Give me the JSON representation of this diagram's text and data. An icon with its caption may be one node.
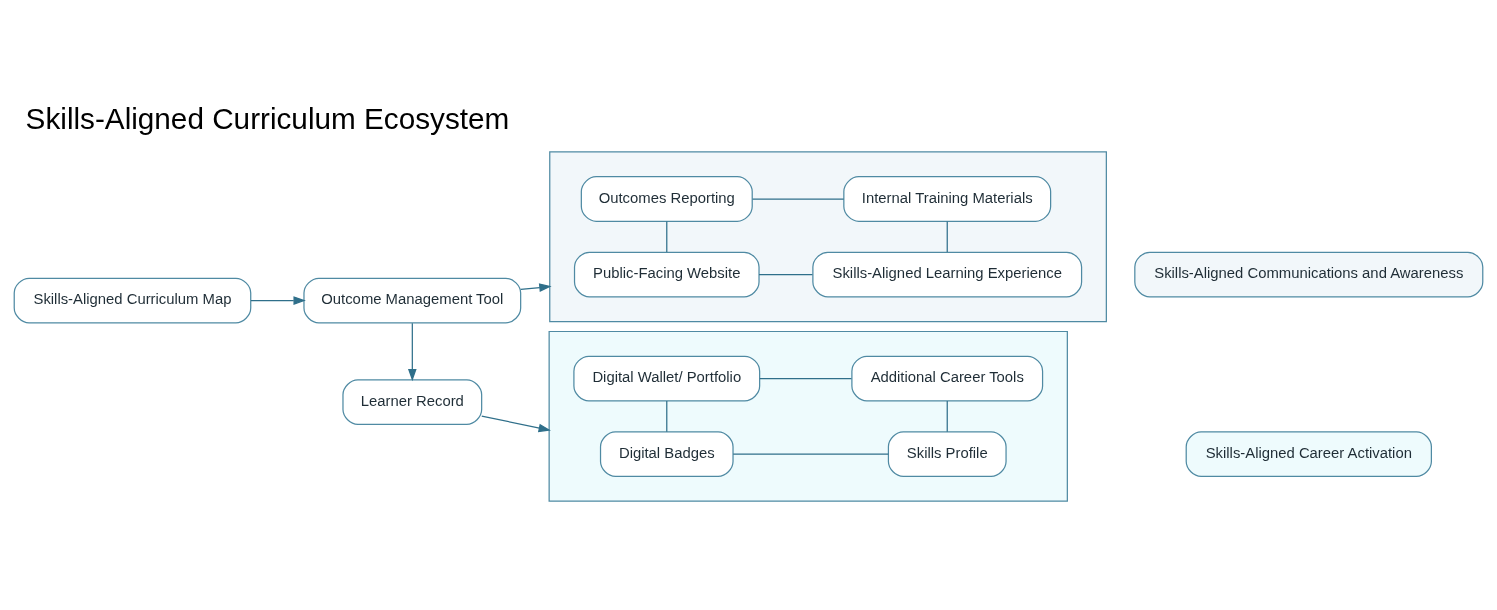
{
  "diagram": {
    "title": "Skills-Aligned Curriculum Ecosystem",
    "nodes": [
      {
        "text": [
          "Skills-Aligned Curriculum Map"
        ]
      },
      {
        "text": [
          "Outcome Management Tool"
        ]
      },
      {
        "text": [
          "Learner Record"
        ]
      },
      {
        "text": [],
        "shape": "box"
      },
      {
        "text": [
          "Public-Facing Website"
        ],
        "in": 3
      },
      {
        "text": [
          "Skills-Aligned Learning Experience"
        ],
        "in": 3
      },
      {
        "text": [
          "Outcomes Reporting"
        ],
        "in": 3
      },
      {
        "text": [
          "Internal Training Materials"
        ],
        "in": 3
      },
      {
        "text": [],
        "shape": "box"
      },
      {
        "text": [
          "Digital Badges"
        ],
        "in": 8
      },
      {
        "text": [
          "Skills Profile"
        ],
        "in": 8
      },
      {
        "text": [
          "Digital Wallet/ Portfolio"
        ],
        "in": 8
      },
      {
        "text": [
          "Additional Career Tools"
        ],
        "in": 8
      },
      {
        "text": [
          "Skills-Aligned Communications and Awareness"
        ]
      },
      {
        "text": [
          "Skills-Aligned Career Activation"
        ]
      }
    ],
    "edges": [
      {
        "from": 0,
        "to": 1,
        "arrow": "to"
      },
      {
        "from": 1,
        "to": 3,
        "arrow": "to"
      },
      {
        "from": 1,
        "to": 2,
        "arrow": "to"
      },
      {
        "from": 2,
        "to": 8,
        "arrow": "to"
      },
      {
        "from": 4,
        "to": 5,
        "arrow": "none"
      },
      {
        "from": 4,
        "to": 6,
        "arrow": "none"
      },
      {
        "from": 5,
        "to": 7,
        "arrow": "none"
      },
      {
        "from": 6,
        "to": 7,
        "arrow": "none"
      },
      {
        "from": 9,
        "to": 10,
        "arrow": "none"
      },
      {
        "from": 9,
        "to": 11,
        "arrow": "none"
      },
      {
        "from": 10,
        "to": 12,
        "arrow": "none"
      },
      {
        "from": 11,
        "to": 12,
        "arrow": "none"
      }
    ]
  }
}
